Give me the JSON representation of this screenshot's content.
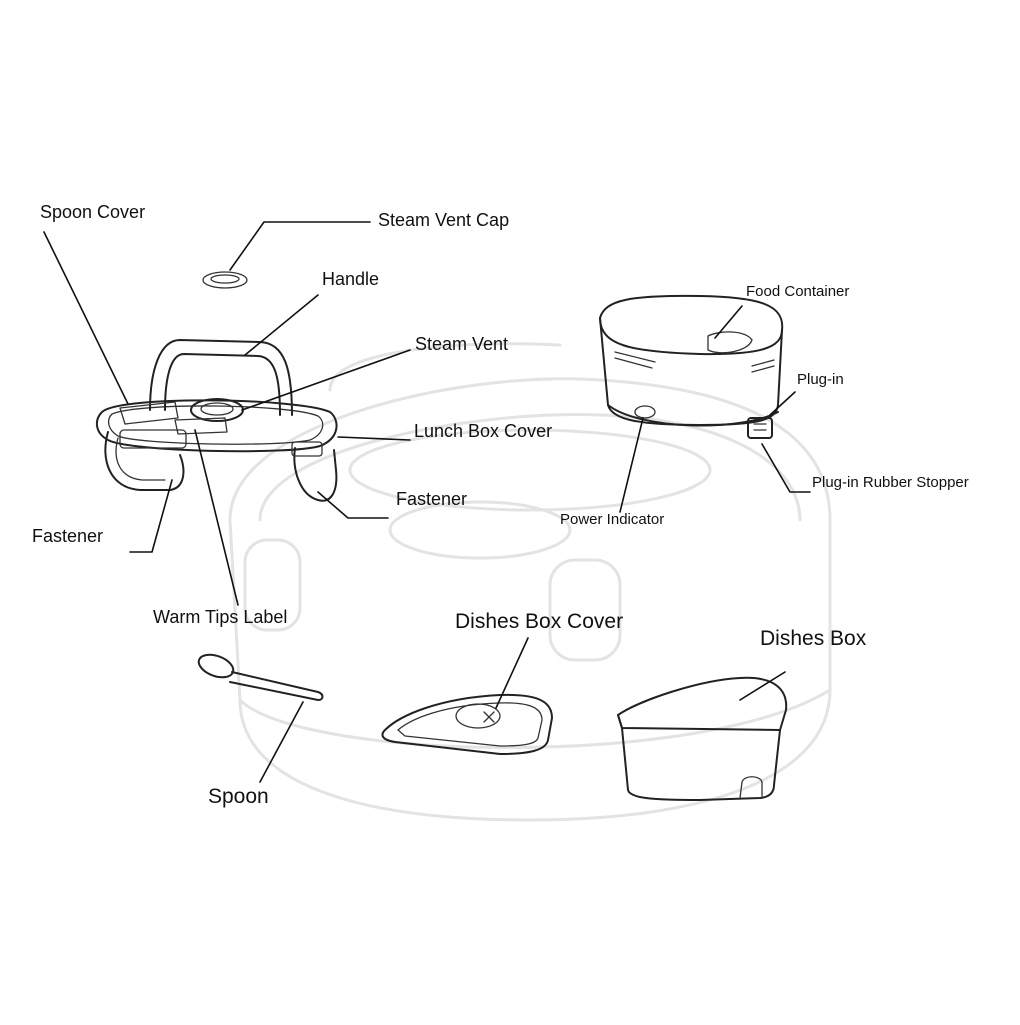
{
  "diagram": {
    "labels": {
      "spoon_cover": "Spoon Cover",
      "steam_vent_cap": "Steam Vent Cap",
      "handle": "Handle",
      "steam_vent": "Steam Vent",
      "lunch_box_cover": "Lunch Box Cover",
      "fastener_right": "Fastener",
      "fastener_left": "Fastener",
      "warm_tips_label": "Warm Tips Label",
      "food_container": "Food Container",
      "plug_in": "Plug-in",
      "plug_in_rubber_stopper": "Plug-in Rubber Stopper",
      "power_indicator": "Power Indicator",
      "dishes_box_cover": "Dishes Box Cover",
      "dishes_box": "Dishes Box",
      "spoon": "Spoon"
    }
  }
}
